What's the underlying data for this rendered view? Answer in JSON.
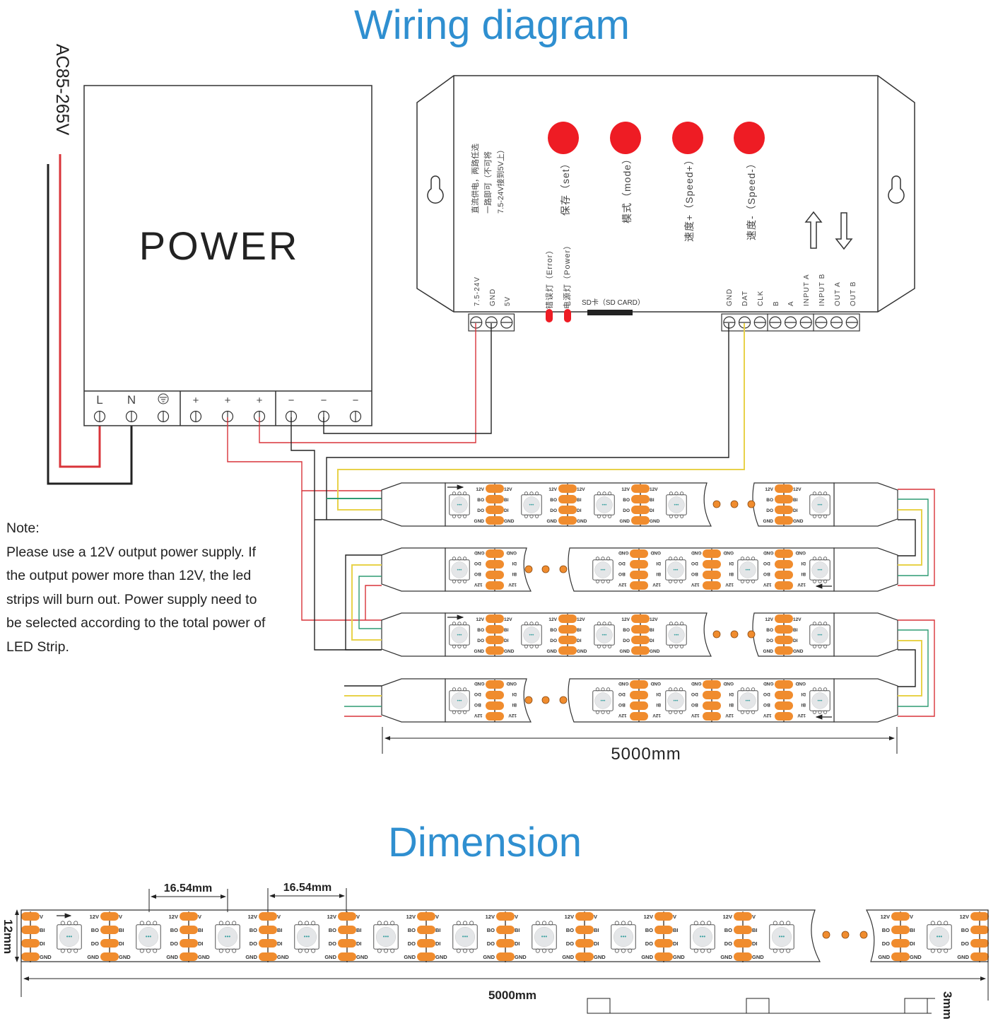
{
  "titles": {
    "wiring": "Wiring diagram",
    "dimension": "Dimension"
  },
  "mains_input_label": "AC85-265V",
  "power_supply": {
    "label": "POWER",
    "terminals": [
      "L",
      "N",
      "earth",
      "+",
      "+",
      "+",
      "−",
      "−",
      "−"
    ]
  },
  "controller": {
    "power_note_lines": [
      "直流供电，两路任选",
      "一路即可（不可将",
      "7.5-24V接到5V上）"
    ],
    "buttons": [
      {
        "label": "保存（set）",
        "color": "#ee1c24"
      },
      {
        "label": "模式（mode）",
        "color": "#ee1c24"
      },
      {
        "label": "速度+（Speed+）",
        "color": "#ee1c24"
      },
      {
        "label": "速度-（Speed-）",
        "color": "#ee1c24"
      }
    ],
    "power_terminals": [
      "7.5-24V",
      "GND",
      "5V"
    ],
    "indicators": [
      "错误灯（Error）",
      "电源灯（Power）"
    ],
    "sd_card_label": "SD卡（SD CARD）",
    "output_terminals": [
      "GND",
      "DAT",
      "CLK",
      "B",
      "A",
      "INPUT A",
      "INPUT B",
      "OUT A",
      "OUT B"
    ]
  },
  "strip_pad_labels": {
    "front_left": [
      "12V",
      "BO",
      "DO",
      "GND"
    ],
    "front_right": [
      "12V",
      "BI",
      "DI",
      "GND"
    ],
    "dimension_right": [
      "V",
      "BI",
      "DI",
      "GND"
    ]
  },
  "wire_colors": {
    "red": "#d9343a",
    "black": "#222222",
    "yellow": "#e8d24a",
    "green": "#2e9b73",
    "pad": "#f08c2e"
  },
  "note": {
    "heading": "Note:",
    "lines": [
      "Please use a 12V output power supply. If",
      "the output power more than 12V, the led",
      "strips will burn out. Power supply need to",
      "be selected according to the total power of",
      "LED Strip."
    ]
  },
  "dimensions": {
    "strip_length": "5000mm",
    "strip_width": "12mm",
    "led_pitch_1": "16.54mm",
    "led_pitch_2": "16.54mm",
    "dimension_strip_length": "5000mm",
    "thickness": "3mm"
  }
}
